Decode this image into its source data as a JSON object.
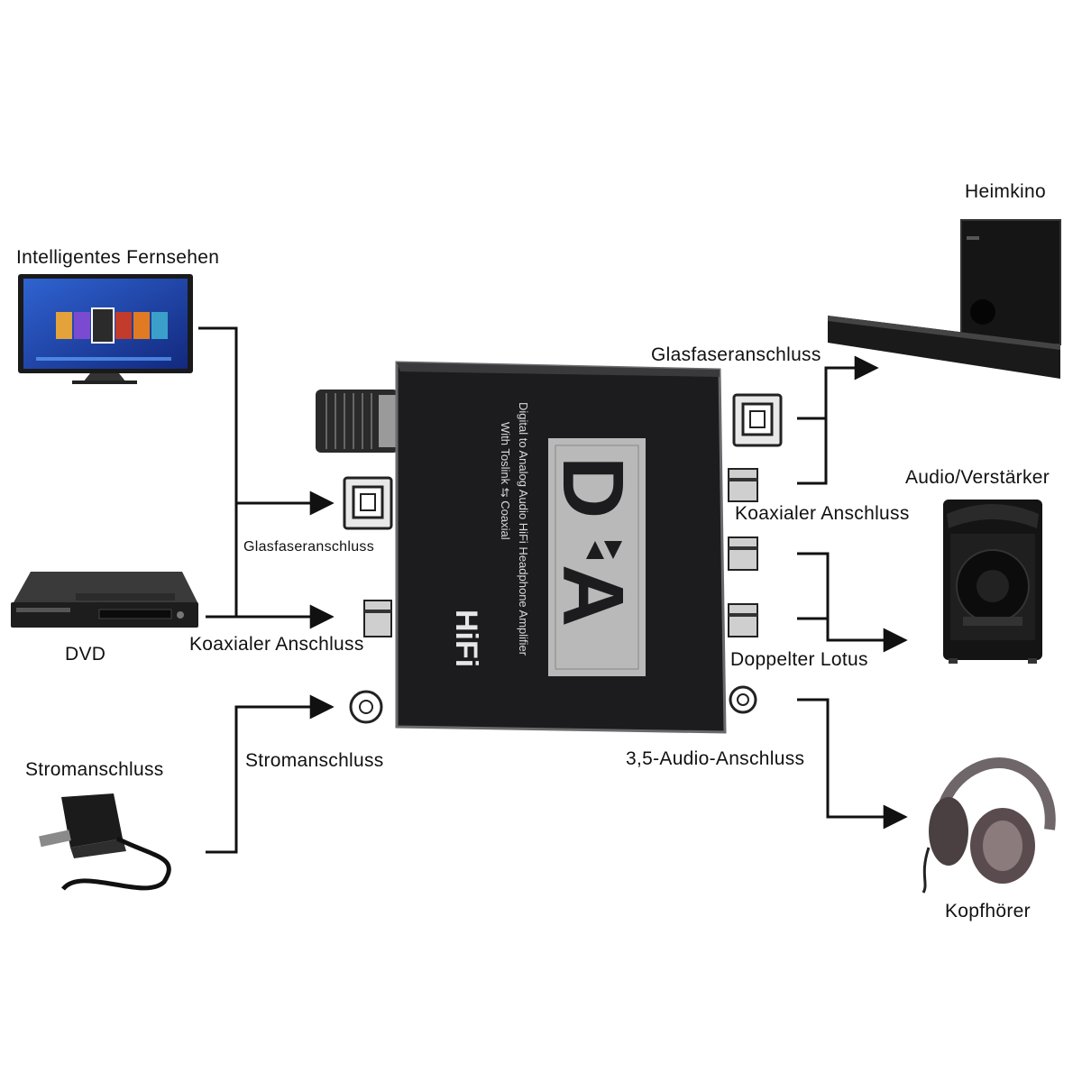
{
  "labels": {
    "smart_tv": "Intelligentes Fernsehen",
    "dvd": "DVD",
    "power_adapter": "Stromanschluss",
    "home_cinema": "Heimkino",
    "audio_amplifier": "Audio/Verstärker",
    "headphones": "Kopfhörer",
    "in_optical": "Glasfaseranschluss",
    "in_coaxial": "Koaxialer Anschluss",
    "in_power": "Stromanschluss",
    "out_optical": "Glasfaseranschluss",
    "out_coaxial": "Koaxialer Anschluss",
    "out_rca": "Doppelter Lotus",
    "out_35": "3,5-Audio-Anschluss"
  },
  "device": {
    "line1": "Digital to Analog Audio HiFi Headphone Amplifier",
    "line2": "With Toslink ⇆ Coaxial",
    "hifi": "HiFi",
    "logo_d": "D",
    "logo_a": "A"
  },
  "colors": {
    "device_body": "#1c1c1e",
    "device_edge": "#6a6a6e",
    "logo_panel": "#b9b9b9",
    "line": "#111111"
  }
}
